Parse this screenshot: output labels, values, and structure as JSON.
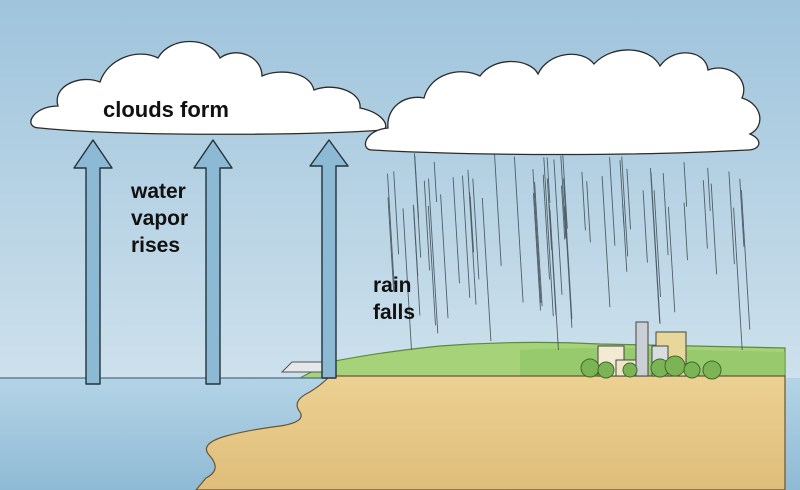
{
  "labels": {
    "clouds": "clouds form",
    "vapor": [
      "water",
      "vapor",
      "rises"
    ],
    "rain": [
      "rain",
      "falls"
    ]
  },
  "colors": {
    "sky_top": "#9fc4dc",
    "sky_bottom": "#d9e8f1",
    "cloud": "#ffffff",
    "water": "#a7cbe0",
    "land": "#e7c98a",
    "grass": "#9fcf70",
    "arrow": "#8cb9d3"
  }
}
